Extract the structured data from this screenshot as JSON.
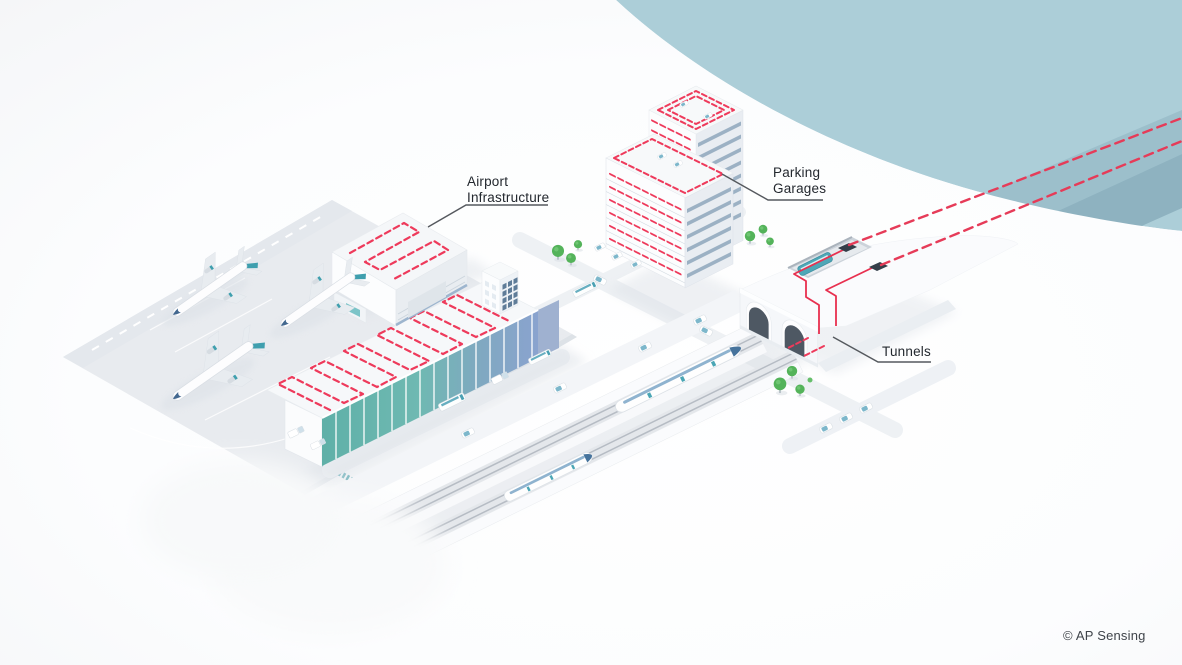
{
  "annotations": {
    "airport_infrastructure": "Airport\nInfrastructure",
    "parking_garages": "Parking\nGarages",
    "tunnels": "Tunnels"
  },
  "footer": {
    "copyright": "© AP Sensing"
  },
  "colors": {
    "background": "#f7f8f9",
    "water": "#acced8",
    "undersea_tube_top": "#9cbfcb",
    "undersea_tube_side": "#8eb2c0",
    "fiber_accent_red": "#ee3a5b",
    "terminal_facade_teal": "#5fb0a8",
    "terminal_facade_blue": "#8aa3cf",
    "tarmac_gray": "#e8ebef",
    "label_text": "#23282e",
    "copyright_text": "#3f444a"
  }
}
